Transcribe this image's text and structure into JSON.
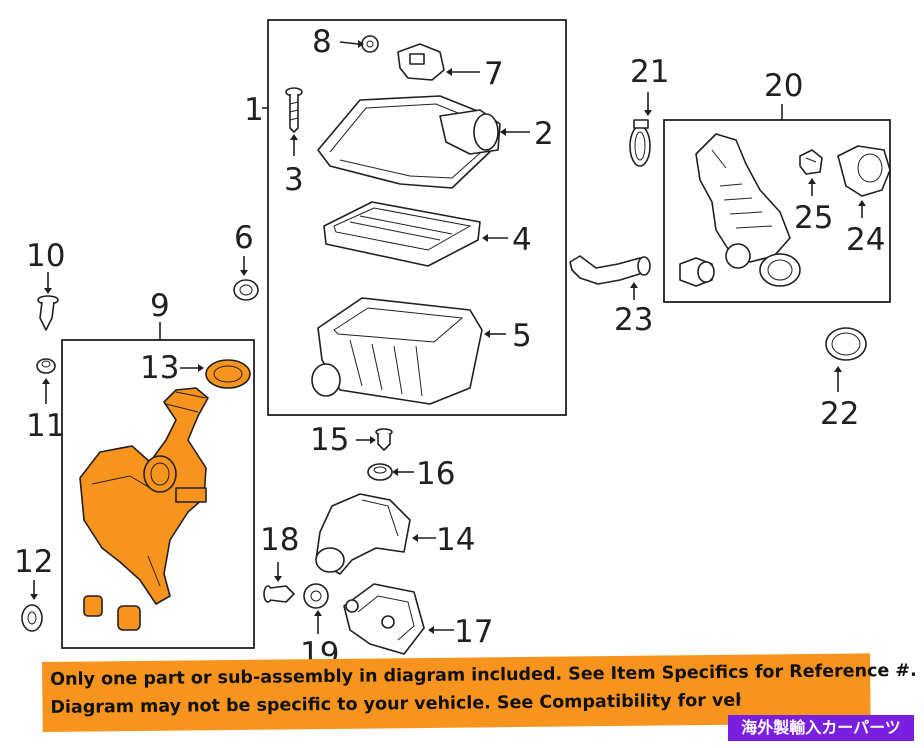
{
  "callouts": {
    "c1": "1",
    "c2": "2",
    "c3": "3",
    "c4": "4",
    "c5": "5",
    "c6": "6",
    "c7": "7",
    "c8": "8",
    "c9": "9",
    "c10": "10",
    "c11": "11",
    "c12": "12",
    "c13": "13",
    "c14": "14",
    "c15": "15",
    "c16": "16",
    "c17": "17",
    "c18": "18",
    "c19": "19",
    "c20": "20",
    "c21": "21",
    "c22": "22",
    "c23": "23",
    "c24": "24",
    "c25": "25"
  },
  "notice": {
    "line1": "Only one part or sub-assembly in diagram included. See Item Specifics for Reference #.",
    "line2": "Diagram may not be specific to your vehicle. See Compatibility for vehicle-specific fitment."
  },
  "badge": "海外製輸入カーパーツ",
  "colors": {
    "highlight": "#f7941d",
    "notice_background": "#f7941d",
    "badge_background": "#7a1fe0",
    "line": "#231f20"
  }
}
